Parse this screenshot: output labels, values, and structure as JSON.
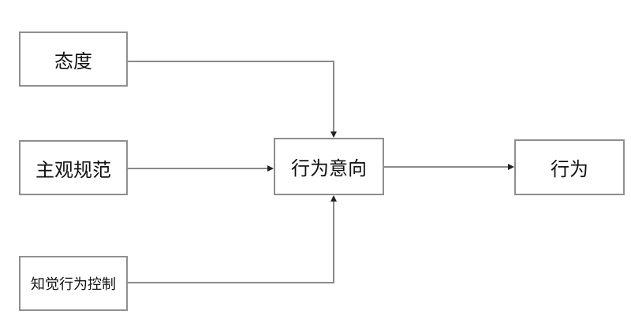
{
  "nodes": {
    "attitude": "态度",
    "subjective_norm": "主观规范",
    "perceived_behavioral_control": "知觉行为控制",
    "behavioral_intention": "行为意向",
    "behavior": "行为"
  },
  "edges": [
    {
      "from": "attitude",
      "to": "behavioral_intention"
    },
    {
      "from": "subjective_norm",
      "to": "behavioral_intention"
    },
    {
      "from": "perceived_behavioral_control",
      "to": "behavioral_intention"
    },
    {
      "from": "behavioral_intention",
      "to": "behavior"
    }
  ],
  "colors": {
    "box_border": "#8f8f8f",
    "line": "#8a8a8a",
    "arrowhead": "#222222",
    "text": "#111111",
    "background": "#ffffff"
  }
}
